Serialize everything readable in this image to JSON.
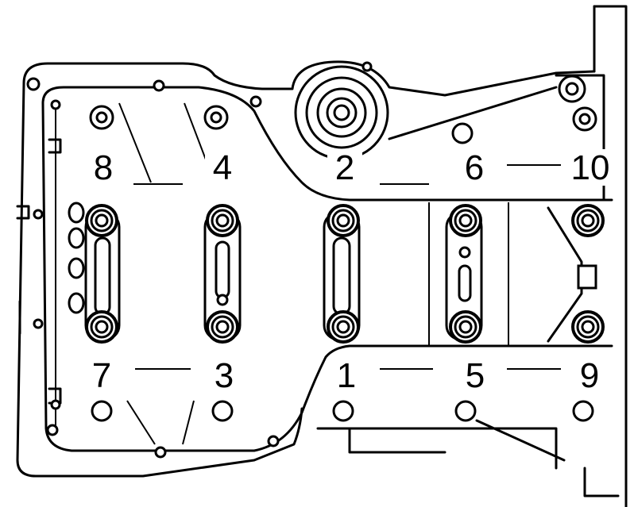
{
  "diagram": {
    "bolt_labels": {
      "b1": "1",
      "b2": "2",
      "b3": "3",
      "b4": "4",
      "b5": "5",
      "b6": "6",
      "b7": "7",
      "b8": "8",
      "b9": "9",
      "b10": "10"
    },
    "colors": {
      "ink": "#000000",
      "paper": "#ffffff"
    }
  }
}
